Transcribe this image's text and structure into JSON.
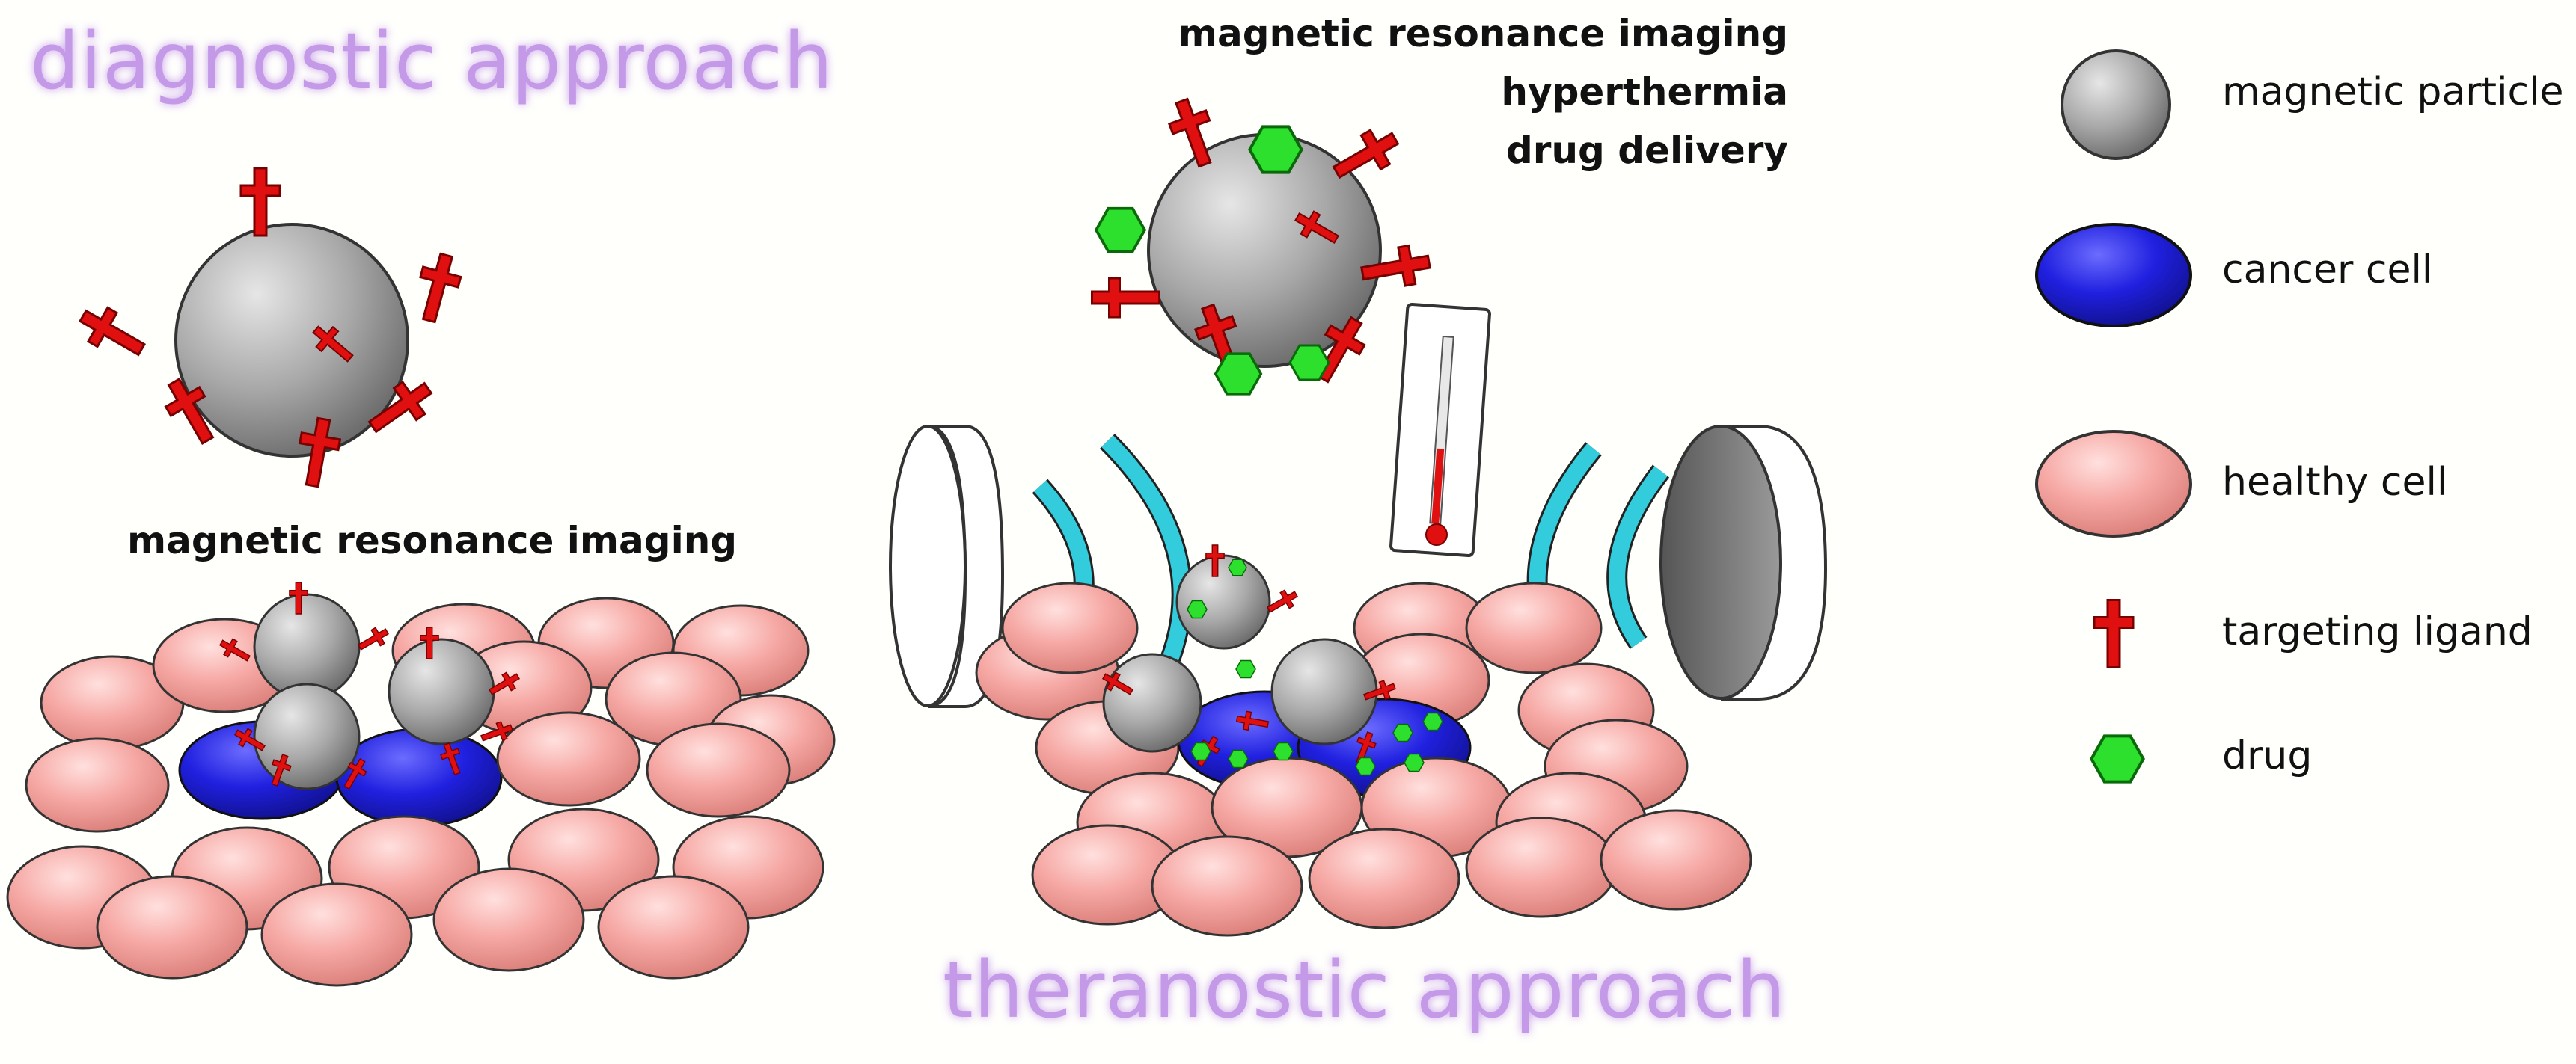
{
  "titles": {
    "diagnostic": "diagnostic approach",
    "theranostic": "theranostic approach"
  },
  "captions": {
    "diagnostic_mri": "magnetic resonance imaging",
    "theranostic_line1": "magnetic resonance imaging",
    "theranostic_line2": "hyperthermia",
    "theranostic_line3": "drug delivery"
  },
  "legend": [
    {
      "label": "magnetic particle",
      "icon": "gray-sphere"
    },
    {
      "label": "cancer cell",
      "icon": "blue-ellipse"
    },
    {
      "label": "healthy cell",
      "icon": "pink-ellipse"
    },
    {
      "label": "targeting ligand",
      "icon": "red-cross"
    },
    {
      "label": "drug",
      "icon": "green-hexagon"
    }
  ],
  "colors": {
    "title": "#c49ae8",
    "particle": "#9c9c9c",
    "cancer_cell": "#2020d8",
    "healthy_cell": "#f4a3a0",
    "ligand": "#e01010",
    "drug": "#28e028",
    "field_arc": "#33ccdd"
  }
}
